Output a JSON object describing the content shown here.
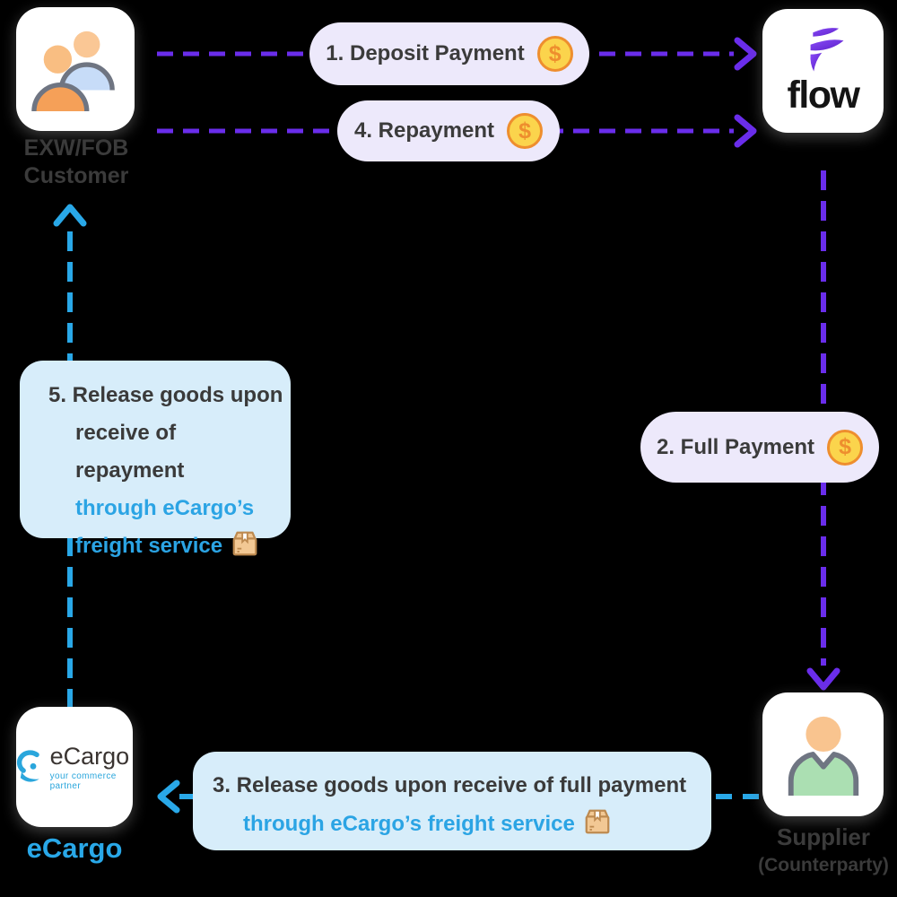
{
  "nodes": {
    "customer": {
      "line1": "EXW/FOB",
      "line2": "Customer"
    },
    "flow": {
      "wordmark": "flow"
    },
    "ecargo": {
      "brand": "eCargo",
      "tagline": "your commerce partner",
      "caption": "eCargo"
    },
    "supplier": {
      "line1": "Supplier",
      "line2": "(Counterparty)"
    }
  },
  "steps": {
    "deposit": {
      "label": "1. Deposit Payment"
    },
    "full_payment": {
      "label": "2. Full Payment"
    },
    "release_full_payment": {
      "line1": "3. Release goods upon receive of full payment",
      "line2": "through eCargo’s freight service"
    },
    "repayment": {
      "label": "4. Repayment"
    },
    "release_repayment": {
      "line1": "5. Release goods upon",
      "line2": "receive of repayment",
      "line3": "through eCargo’s",
      "line4": "freight service"
    }
  },
  "icons": {
    "dollar": "$"
  },
  "colors": {
    "arrow_purple": "#6A2DEB",
    "arrow_blue": "#29A8E8",
    "pill_bg": "#EDE9FB",
    "box_bg": "#D7EDFA",
    "coin_fill": "#FBD44C",
    "coin_accent": "#EE8E2E",
    "dark_text": "#3B3B3B",
    "blue_text": "#2BA4E4",
    "ecargo_blue": "#29A8E8"
  }
}
